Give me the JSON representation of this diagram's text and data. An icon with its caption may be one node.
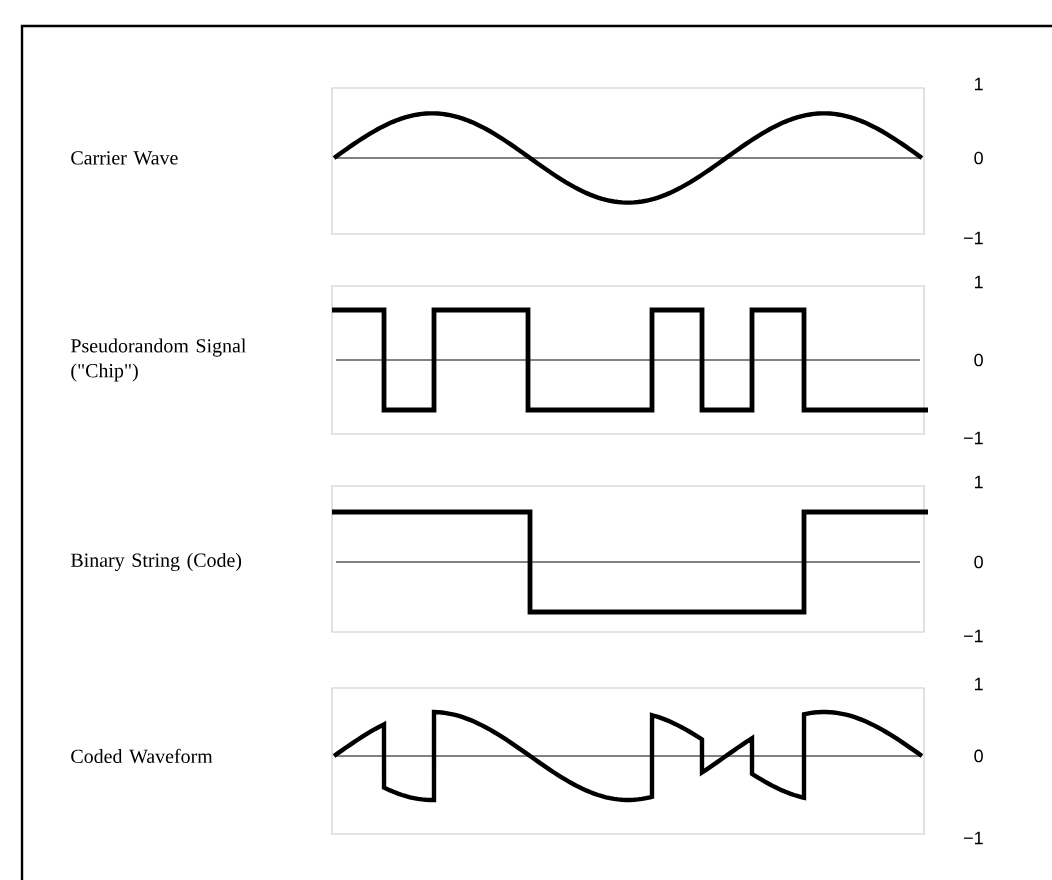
{
  "diagram": {
    "labels": [
      "Carrier Wave",
      "1",
      "0",
      "−1",
      "Pseudorandom Signal (\"Chip\")",
      "1",
      "0",
      "−1",
      "Binary String (Code)",
      "1",
      "0",
      "−1",
      "Coded Waveform",
      "1",
      "0",
      "−1"
    ]
  }
}
